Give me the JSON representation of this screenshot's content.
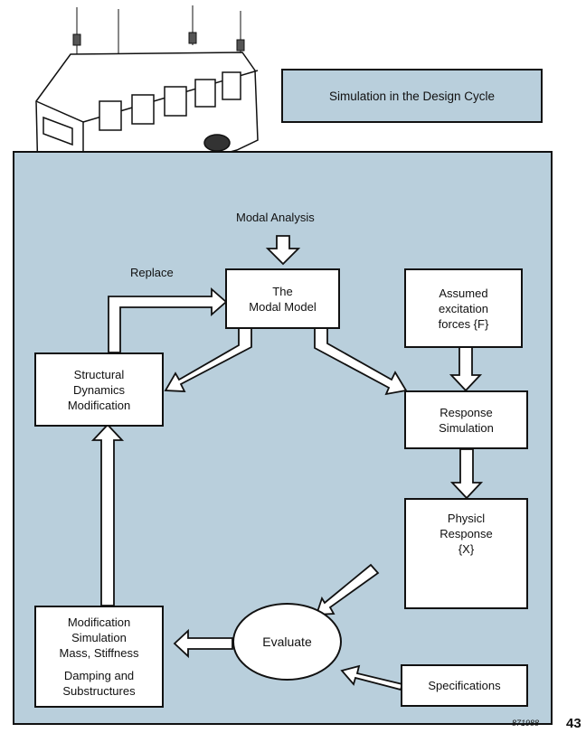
{
  "title": "Simulation in the Design Cycle",
  "labels": {
    "modal_analysis": "Modal Analysis",
    "replace": "Replace"
  },
  "boxes": {
    "modal_model": [
      "The",
      "Modal Model"
    ],
    "assumed_forces": [
      "Assumed",
      "excitation",
      "forces {F}"
    ],
    "structural_mod": [
      "Structural",
      "Dynamics",
      "Modification"
    ],
    "response_sim": [
      "Response",
      "Simulation"
    ],
    "physical_response": [
      "Physicl",
      "Response",
      "{X}"
    ],
    "mod_simulation": [
      "Modification",
      "Simulation",
      "Mass, Stiffness",
      "",
      "Damping and",
      "Substructures"
    ],
    "specifications": [
      "Specifications"
    ]
  },
  "evaluate": "Evaluate",
  "figure_id": "871988",
  "page_number": "43",
  "colors": {
    "panel": "#b9cfdc",
    "box": "#ffffff",
    "line": "#111111"
  },
  "icons": [
    "van-illustration",
    "shaker-illustration",
    "engineer-at-computer-illustration",
    "mode-shape-icon"
  ]
}
